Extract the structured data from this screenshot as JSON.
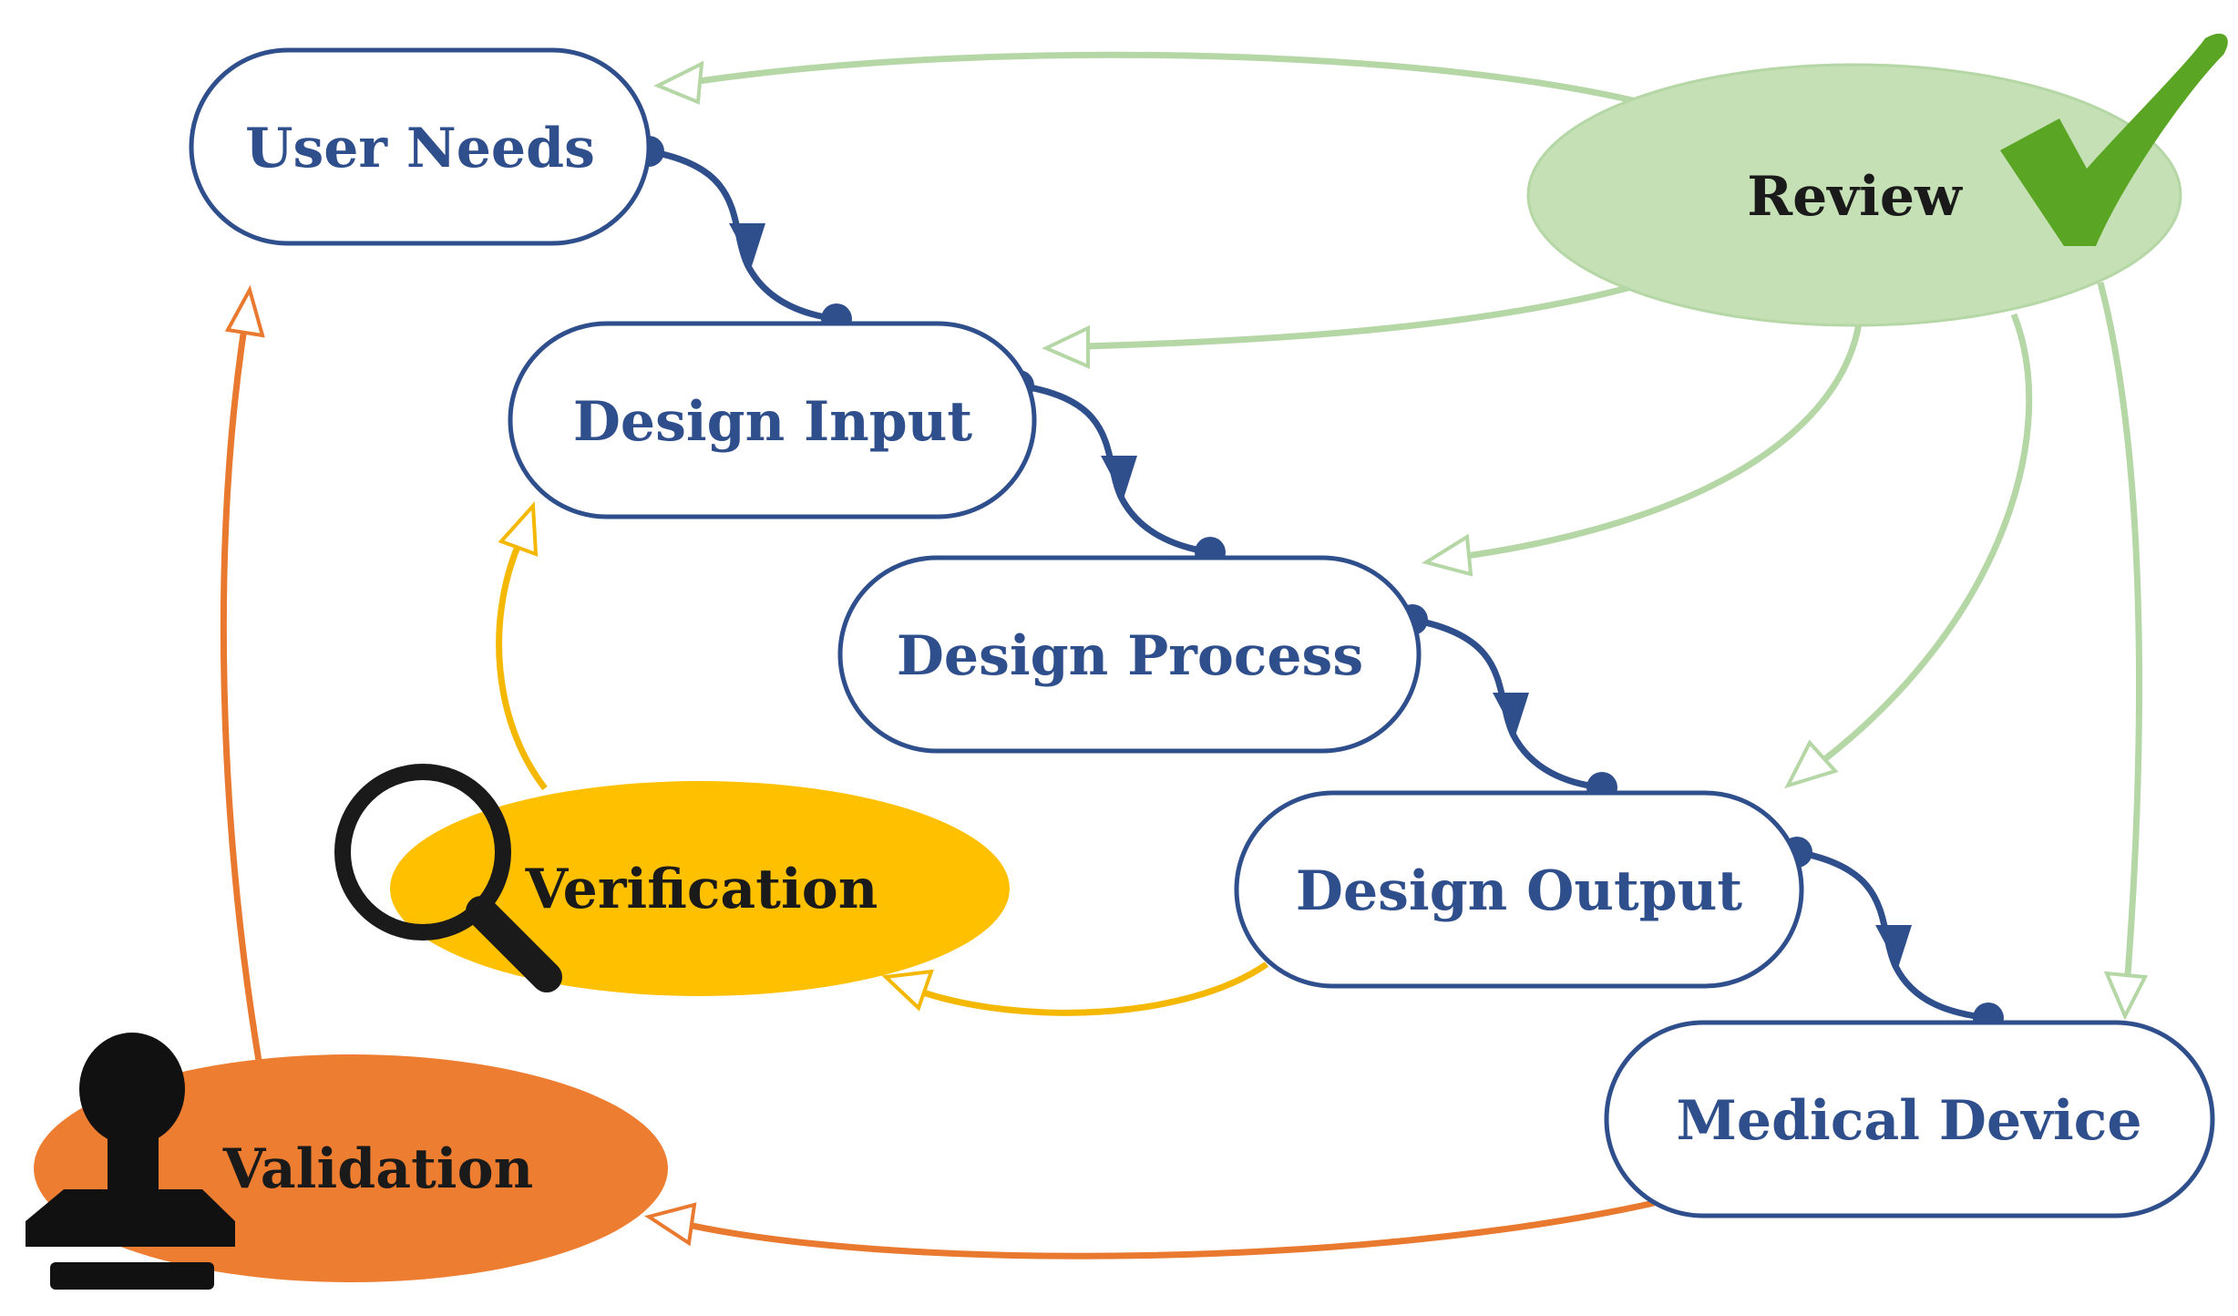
{
  "stages": {
    "user_needs": "User Needs",
    "design_input": "Design Input",
    "design_process": "Design Process",
    "design_output": "Design Output",
    "medical_device": "Medical Device"
  },
  "activities": {
    "review": "Review",
    "verification": "Verification",
    "validation": "Validation"
  },
  "icons": {
    "review": "checkmark-icon",
    "verification": "magnifying-glass-icon",
    "validation": "rubber-stamp-icon"
  },
  "colors": {
    "stage_border": "#2f4f8c",
    "stage_text": "#2f4f8c",
    "review_fill": "#c5e0b4",
    "review_check": "#5aa524",
    "verification_fill": "#ffc000",
    "validation_fill": "#ed7d31"
  }
}
